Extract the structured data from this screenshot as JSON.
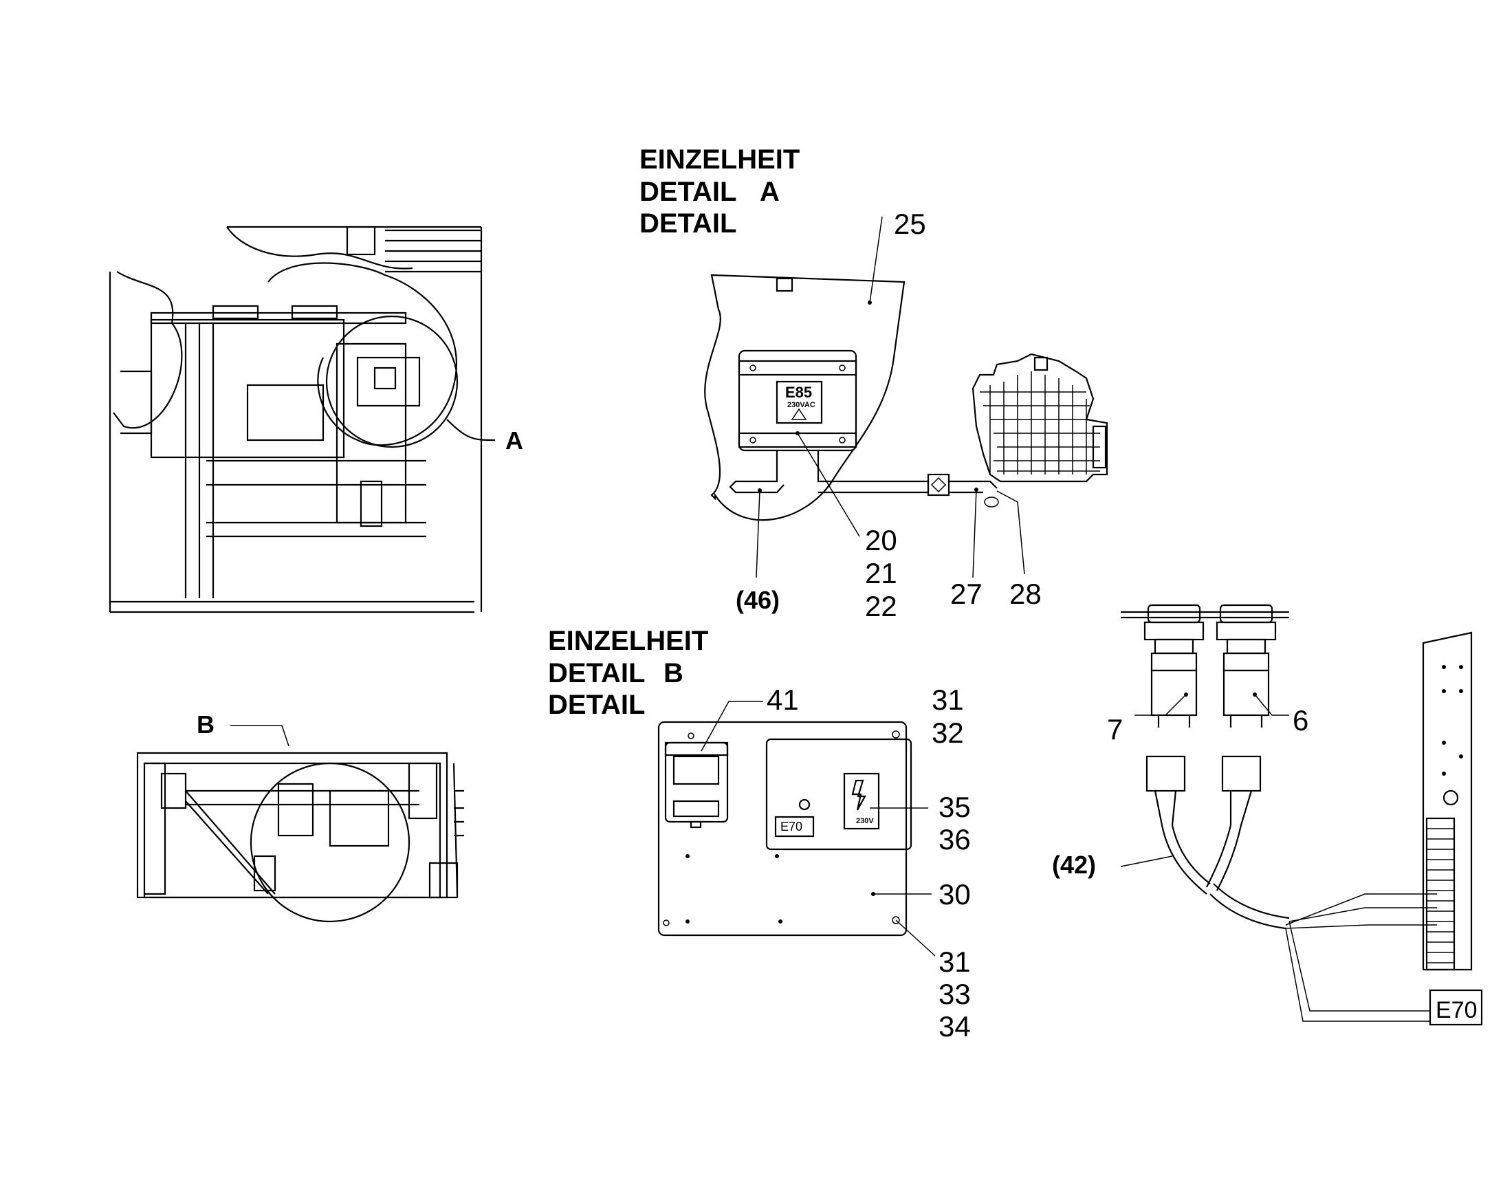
{
  "detail_a": {
    "heading": [
      "EINZELHEIT",
      "DETAIL",
      "DETAIL"
    ],
    "letter": "A",
    "callouts": {
      "c25": "25",
      "c20": "20",
      "c21": "21",
      "c22": "22",
      "c46": "(46)",
      "c27": "27",
      "c28": "28"
    },
    "box_label": "E85",
    "box_sub": "230VAC"
  },
  "detail_b": {
    "heading": [
      "EINZELHEIT",
      "DETAIL",
      "DETAIL"
    ],
    "letter": "B",
    "callouts": {
      "c41": "41",
      "c31a": "31",
      "c32": "32",
      "c35": "35",
      "c36": "36",
      "c30": "30",
      "c31b": "31",
      "c33": "33",
      "c34": "34"
    },
    "box_label": "E70",
    "warn_label": "230V"
  },
  "overview": {
    "marker_a": "A",
    "marker_b": "B"
  },
  "switches": {
    "c7": "7",
    "c6": "6",
    "c42": "(42)",
    "tag": "E70"
  }
}
